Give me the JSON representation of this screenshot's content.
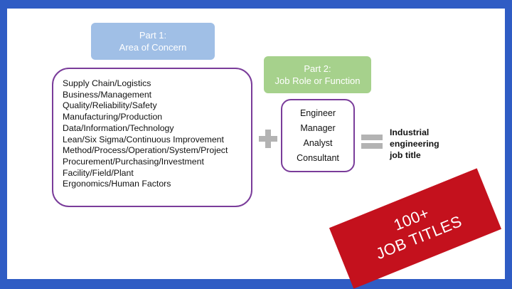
{
  "part1": {
    "line1": "Part 1:",
    "line2": "Area of Concern"
  },
  "part2": {
    "line1": "Part 2:",
    "line2": "Job Role or Function"
  },
  "areas": [
    "Supply Chain/Logistics",
    "Business/Management",
    "Quality/Reliability/Safety",
    "Manufacturing/Production",
    "Data/Information/Technology",
    "Lean/Six Sigma/Continuous Improvement",
    "Method/Process/Operation/System/Project",
    "Procurement/Purchasing/Investment",
    "Facility/Field/Plant",
    "Ergonomics/Human Factors"
  ],
  "roles": [
    "Engineer",
    "Manager",
    "Analyst",
    "Consultant"
  ],
  "result": {
    "line1": "Industrial",
    "line2": "engineering",
    "line3": "job title"
  },
  "banner": {
    "line1": "100+",
    "line2": "JOB TITLES"
  },
  "colors": {
    "part1_fill": "#a0bfe6",
    "part2_fill": "#a6d18c",
    "box_border": "#7a3c9a",
    "operator_gray": "#b3b3b3",
    "banner_red": "#c4111d",
    "outer_border": "#2f5cc4"
  },
  "icons": {
    "plus": "plus-icon",
    "equals": "equals-icon"
  }
}
